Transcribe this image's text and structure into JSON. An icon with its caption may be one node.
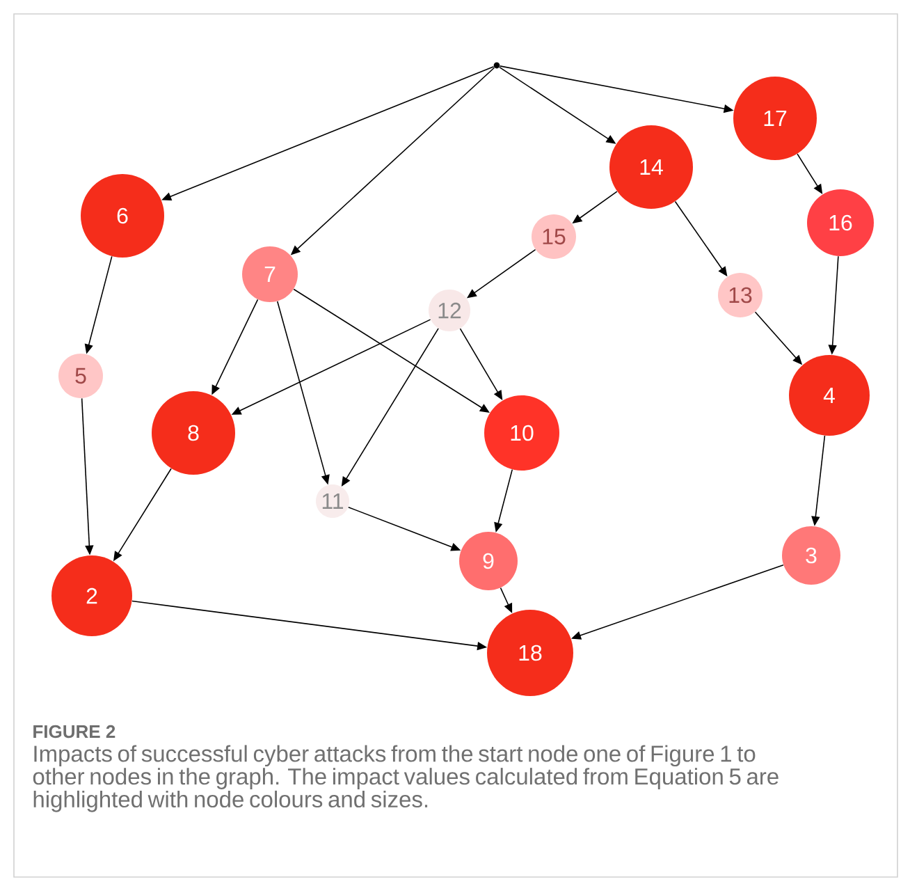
{
  "diagram": {
    "caption": "Impacts of successful cyber attacks from the start node one of Figure 1 to other nodes in the graph. The impact values calculated from Equation 5 are highlighted with node colours and sizes.",
    "nodes": [
      {
        "text": [],
        "shape": "circle"
      },
      {
        "text": [
          "17"
        ]
      },
      {
        "text": [
          "14"
        ]
      },
      {
        "text": [
          "6"
        ]
      },
      {
        "text": [
          "16"
        ]
      },
      {
        "text": [
          "15"
        ]
      },
      {
        "text": [
          "7"
        ]
      },
      {
        "text": [
          "13"
        ]
      },
      {
        "text": [
          "12"
        ]
      },
      {
        "text": [
          "5"
        ]
      },
      {
        "text": [
          "4"
        ]
      },
      {
        "text": [
          "8"
        ]
      },
      {
        "text": [
          "10"
        ]
      },
      {
        "text": [
          "11"
        ]
      },
      {
        "text": [
          "3"
        ]
      },
      {
        "text": [
          "9"
        ]
      },
      {
        "text": [
          "2"
        ]
      },
      {
        "text": [
          "18"
        ]
      }
    ],
    "edges": [
      {
        "from": 0,
        "to": 3,
        "arrow": "to"
      },
      {
        "from": 0,
        "to": 6,
        "arrow": "to"
      },
      {
        "from": 0,
        "to": 2,
        "arrow": "to"
      },
      {
        "from": 0,
        "to": 1,
        "arrow": "to"
      },
      {
        "from": 1,
        "to": 4,
        "arrow": "to"
      },
      {
        "from": 2,
        "to": 5,
        "arrow": "to"
      },
      {
        "from": 2,
        "to": 7,
        "arrow": "to"
      },
      {
        "from": 3,
        "to": 9,
        "arrow": "to"
      },
      {
        "from": 5,
        "to": 8,
        "arrow": "to"
      },
      {
        "from": 7,
        "to": 10,
        "arrow": "to"
      },
      {
        "from": 4,
        "to": 10,
        "arrow": "to"
      },
      {
        "from": 6,
        "to": 11,
        "arrow": "to"
      },
      {
        "from": 6,
        "to": 13,
        "arrow": "to"
      },
      {
        "from": 6,
        "to": 12,
        "arrow": "to"
      },
      {
        "from": 8,
        "to": 11,
        "arrow": "to"
      },
      {
        "from": 8,
        "to": 13,
        "arrow": "to"
      },
      {
        "from": 8,
        "to": 12,
        "arrow": "to"
      },
      {
        "from": 9,
        "to": 16,
        "arrow": "to"
      },
      {
        "from": 11,
        "to": 16,
        "arrow": "to"
      },
      {
        "from": 12,
        "to": 15,
        "arrow": "to"
      },
      {
        "from": 13,
        "to": 15,
        "arrow": "to"
      },
      {
        "from": 10,
        "to": 14,
        "arrow": "to"
      },
      {
        "from": 15,
        "to": 17,
        "arrow": "to"
      },
      {
        "from": 16,
        "to": 17,
        "arrow": "to"
      },
      {
        "from": 14,
        "to": 17,
        "arrow": "to"
      }
    ],
    "labels": [
      "FIGURE 2"
    ]
  }
}
